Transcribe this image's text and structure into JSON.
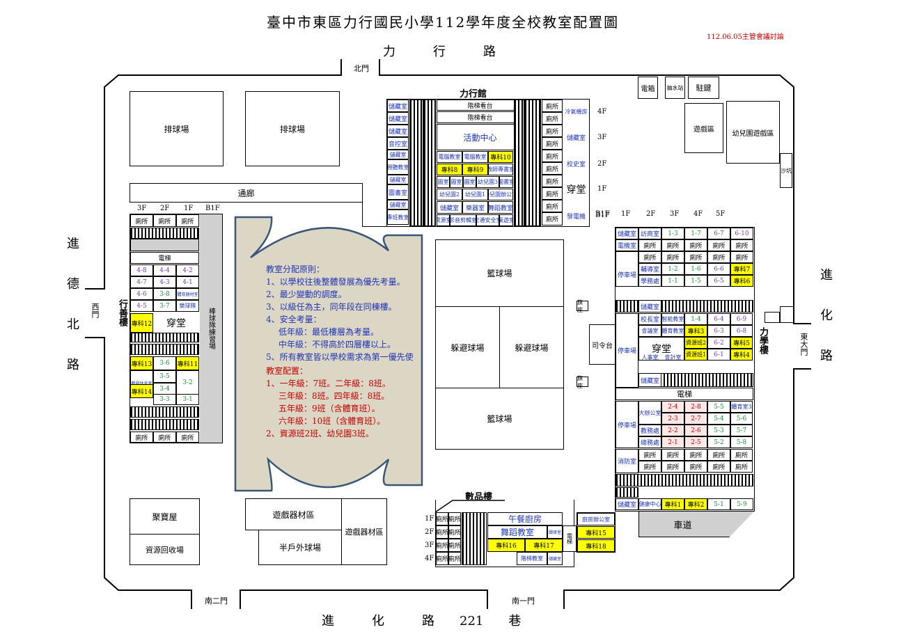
{
  "title": "臺中市東區力行國民小學112學年度全校教室配置圖",
  "date_note": "112.06.05主管會議討論",
  "roads": {
    "north": "力　　　行　　　路",
    "west": "進德北路",
    "east": "進化路",
    "south": "進　　　化　　　路　　221　　巷"
  },
  "gates": {
    "north": "北門",
    "west": "西門",
    "east": "東大門",
    "south1": "南一門",
    "south2": "南二門"
  },
  "areas": {
    "volleyball1": "排球場",
    "volleyball2": "排球場",
    "corridor": "通廊",
    "basketball1": "籃球場",
    "basketball2": "籃球場",
    "dodgeball1": "躲避球場",
    "dodgeball2": "躲避球場",
    "podium": "司令台",
    "flag1": "旗座",
    "flag2": "旗座",
    "treasure": "聚寶屋",
    "recycle": "資源回收場",
    "equip1": "遊戲器材區",
    "equip2": "遊戲器材區",
    "half_court": "半戶外球場",
    "play_area": "遊戲區",
    "kinder_play": "幼兒園遊戲區",
    "elec_box": "電箱",
    "pump": "抽水站",
    "stop": "駐鍵",
    "sandpit": "沙坑",
    "driveway": "車道",
    "baseball": "棒球隊練習場"
  },
  "principles": {
    "heading": "教室分配原則：",
    "items": [
      "1、以學校往後整體發展為優先考量。",
      "2、最少變動的調度。",
      "3、以級任為主，同年段在同棟樓。",
      "4、安全考量：",
      "低年級：最低樓層為考量。",
      "中年級：不得高於四層樓以上。",
      "5、所有教室皆以學校需求為第一優先使"
    ]
  },
  "config": {
    "heading": "教室配置：",
    "items": [
      "1、一年級：7班。二年級：8班。",
      "三年級：8班。四年級：8班。",
      "五年級：9班（含體育班）。",
      "六年級：10班（含體育班）。",
      "2、資源班2班、幼兒園3班。"
    ]
  },
  "lixing_hall": {
    "name": "力行館",
    "floors": [
      "4F",
      "3F",
      "2F",
      "1F",
      "B1F"
    ],
    "left_col": [
      "儲藏室",
      "儲藏室",
      "儲藏室",
      "音控室",
      "儲藏室",
      "視聽教室",
      "儲藏室",
      "圖書室",
      "儲藏室",
      "專班教室"
    ],
    "stand1": "階梯看台",
    "stand2": "階梯看台",
    "activity": "活動中心",
    "row_2f": [
      "電腦教室",
      "電腦教室",
      "專科10"
    ],
    "row_2f_b": [
      "專科8",
      "專科9",
      "教師專書室"
    ],
    "row_1f": [
      "圖室",
      "圖室",
      "圖室",
      "幼兒園3",
      "圖書室"
    ],
    "row_1f_b": [
      "幼兒園2",
      "幼兒園1",
      "幼兒園辦公室"
    ],
    "row_b1": [
      "儲藏室",
      "樂器室",
      "舞蹈教室"
    ],
    "row_b1_b": [
      "資源室",
      "影音剪輯室",
      "交通安全室",
      "桌遊室"
    ],
    "toilet": "廁所",
    "right_col": [
      "冷氣機房",
      "儲藏室",
      "校史室",
      "穿堂",
      "發電機"
    ]
  },
  "xingshan": {
    "name": "行善樓",
    "floors": [
      "3F",
      "2F",
      "1F",
      "B1F"
    ],
    "toilet": "廁所",
    "elevator": "電梯",
    "rows": [
      [
        "4-8",
        "4-4",
        "4-2"
      ],
      [
        "4-7",
        "4-3",
        "4-1"
      ],
      [
        "4-6",
        "3-8",
        "體育器材室"
      ],
      [
        "4-5",
        "3-7",
        "樂球隊"
      ]
    ],
    "special12": "專科12",
    "hall": "穿堂",
    "rows2": [
      [
        "專科13",
        "3-6",
        "專科11"
      ],
      [
        "教師休息室",
        "3-5",
        "3-2"
      ],
      [
        "專科14",
        "3-4",
        "3-1"
      ],
      [
        "",
        "3-3",
        ""
      ]
    ]
  },
  "lixue": {
    "name": "力學樓",
    "floors": [
      "B1F",
      "1F",
      "2F",
      "3F",
      "4F",
      "5F"
    ],
    "toilet": "廁所",
    "elevator": "電梯",
    "top_rows": [
      [
        "儲藏室",
        "訪商室",
        "1-3",
        "1-7",
        "6-7",
        "6-10"
      ],
      [
        "電機室",
        "",
        "",
        "",
        "",
        ""
      ],
      [
        "停車場",
        "輔導室",
        "1-2",
        "1-6",
        "6-6",
        "專科7"
      ],
      [
        "",
        "學務處",
        "1-1",
        "1-5",
        "6-5",
        "專科6"
      ]
    ],
    "mid_rows": [
      [
        "",
        "儲藏室"
      ],
      [
        "校長室",
        "智能教室",
        "1-4",
        "6-4",
        "6-9"
      ],
      [
        "會議室",
        "體育教室",
        "專科3",
        "6-3",
        "6-8"
      ],
      [
        "穿堂",
        "資源班2",
        "6-2",
        "專科5"
      ],
      [
        "人事室",
        "會計室",
        "資源班1",
        "6-1",
        "專科4"
      ],
      [
        "儲藏室"
      ]
    ],
    "low_rows": [
      [
        "大辦公室",
        "2-4",
        "2-8",
        "5-5",
        "體育室3"
      ],
      [
        "",
        "2-3",
        "2-7",
        "5-4",
        "5-6"
      ],
      [
        "教務處",
        "2-2",
        "2-6",
        "5-3",
        "5-7"
      ],
      [
        "總務處",
        "2-1",
        "2-5",
        "5-2",
        "5-8"
      ]
    ],
    "fire": "消防室",
    "storage": "儲藏室",
    "health": "健康中心",
    "bottom": [
      "專科1",
      "專科2",
      "5-1",
      "5-9"
    ]
  },
  "shupin": {
    "name": "數品樓",
    "floors": [
      "1F",
      "2F",
      "3F",
      "4F"
    ],
    "toilet": "廁所",
    "lunch": "午餐廚房",
    "dance": "舞蹈教室",
    "s16": "專科16",
    "s17": "專科17",
    "dance2": "階梯教室",
    "small1": "韻律室",
    "small2": "儲藏室",
    "kitchen_office": "廚房辦公室",
    "s15": "專科15",
    "s18": "專科18",
    "elevator": "電梯"
  },
  "colors": {
    "text_blue": "#1f35b5",
    "text_green": "#1e8c3a",
    "text_red": "#c00000",
    "highlight": "#ffff00",
    "lot": "#dcd6c4",
    "lot_border": "#3b5578"
  }
}
